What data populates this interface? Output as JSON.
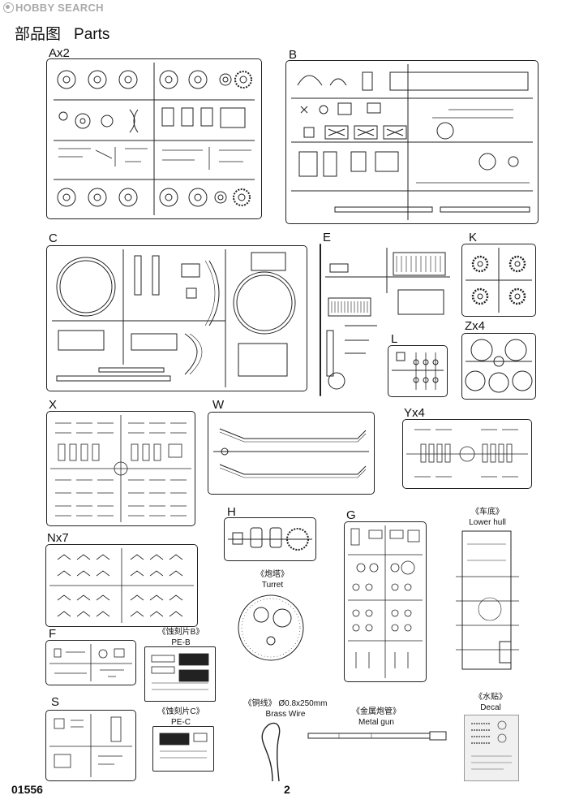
{
  "watermark": "HOBBY SEARCH",
  "header": {
    "title_cn": "部品图",
    "title_en": "Parts"
  },
  "sprues": {
    "A": "Ax2",
    "B": "B",
    "C": "C",
    "E": "E",
    "K": "K",
    "Zx4": "Zx4",
    "L": "L",
    "X": "X",
    "W": "W",
    "Yx4": "Yx4",
    "H": "H",
    "G": "G",
    "Nx7": "Nx7",
    "F": "F",
    "S": "S"
  },
  "captions": {
    "lower_hull_cn": "《车底》",
    "lower_hull_en": "Lower hull",
    "turret_cn": "《炮塔》",
    "turret_en": "Turret",
    "pe_b_cn": "《蚀刻片B》",
    "pe_b_en": "PE-B",
    "pe_c_cn": "《蚀刻片C》",
    "pe_c_en": "PE-C",
    "brass_cn": "《铜线》 Ø0.8x250mm",
    "brass_en": "Brass Wire",
    "gun_cn": "《金属炮管》",
    "gun_en": "Metal gun",
    "decal_cn": "《水贴》",
    "decal_en": "Decal"
  },
  "footer": {
    "code": "01556",
    "page": "2"
  }
}
